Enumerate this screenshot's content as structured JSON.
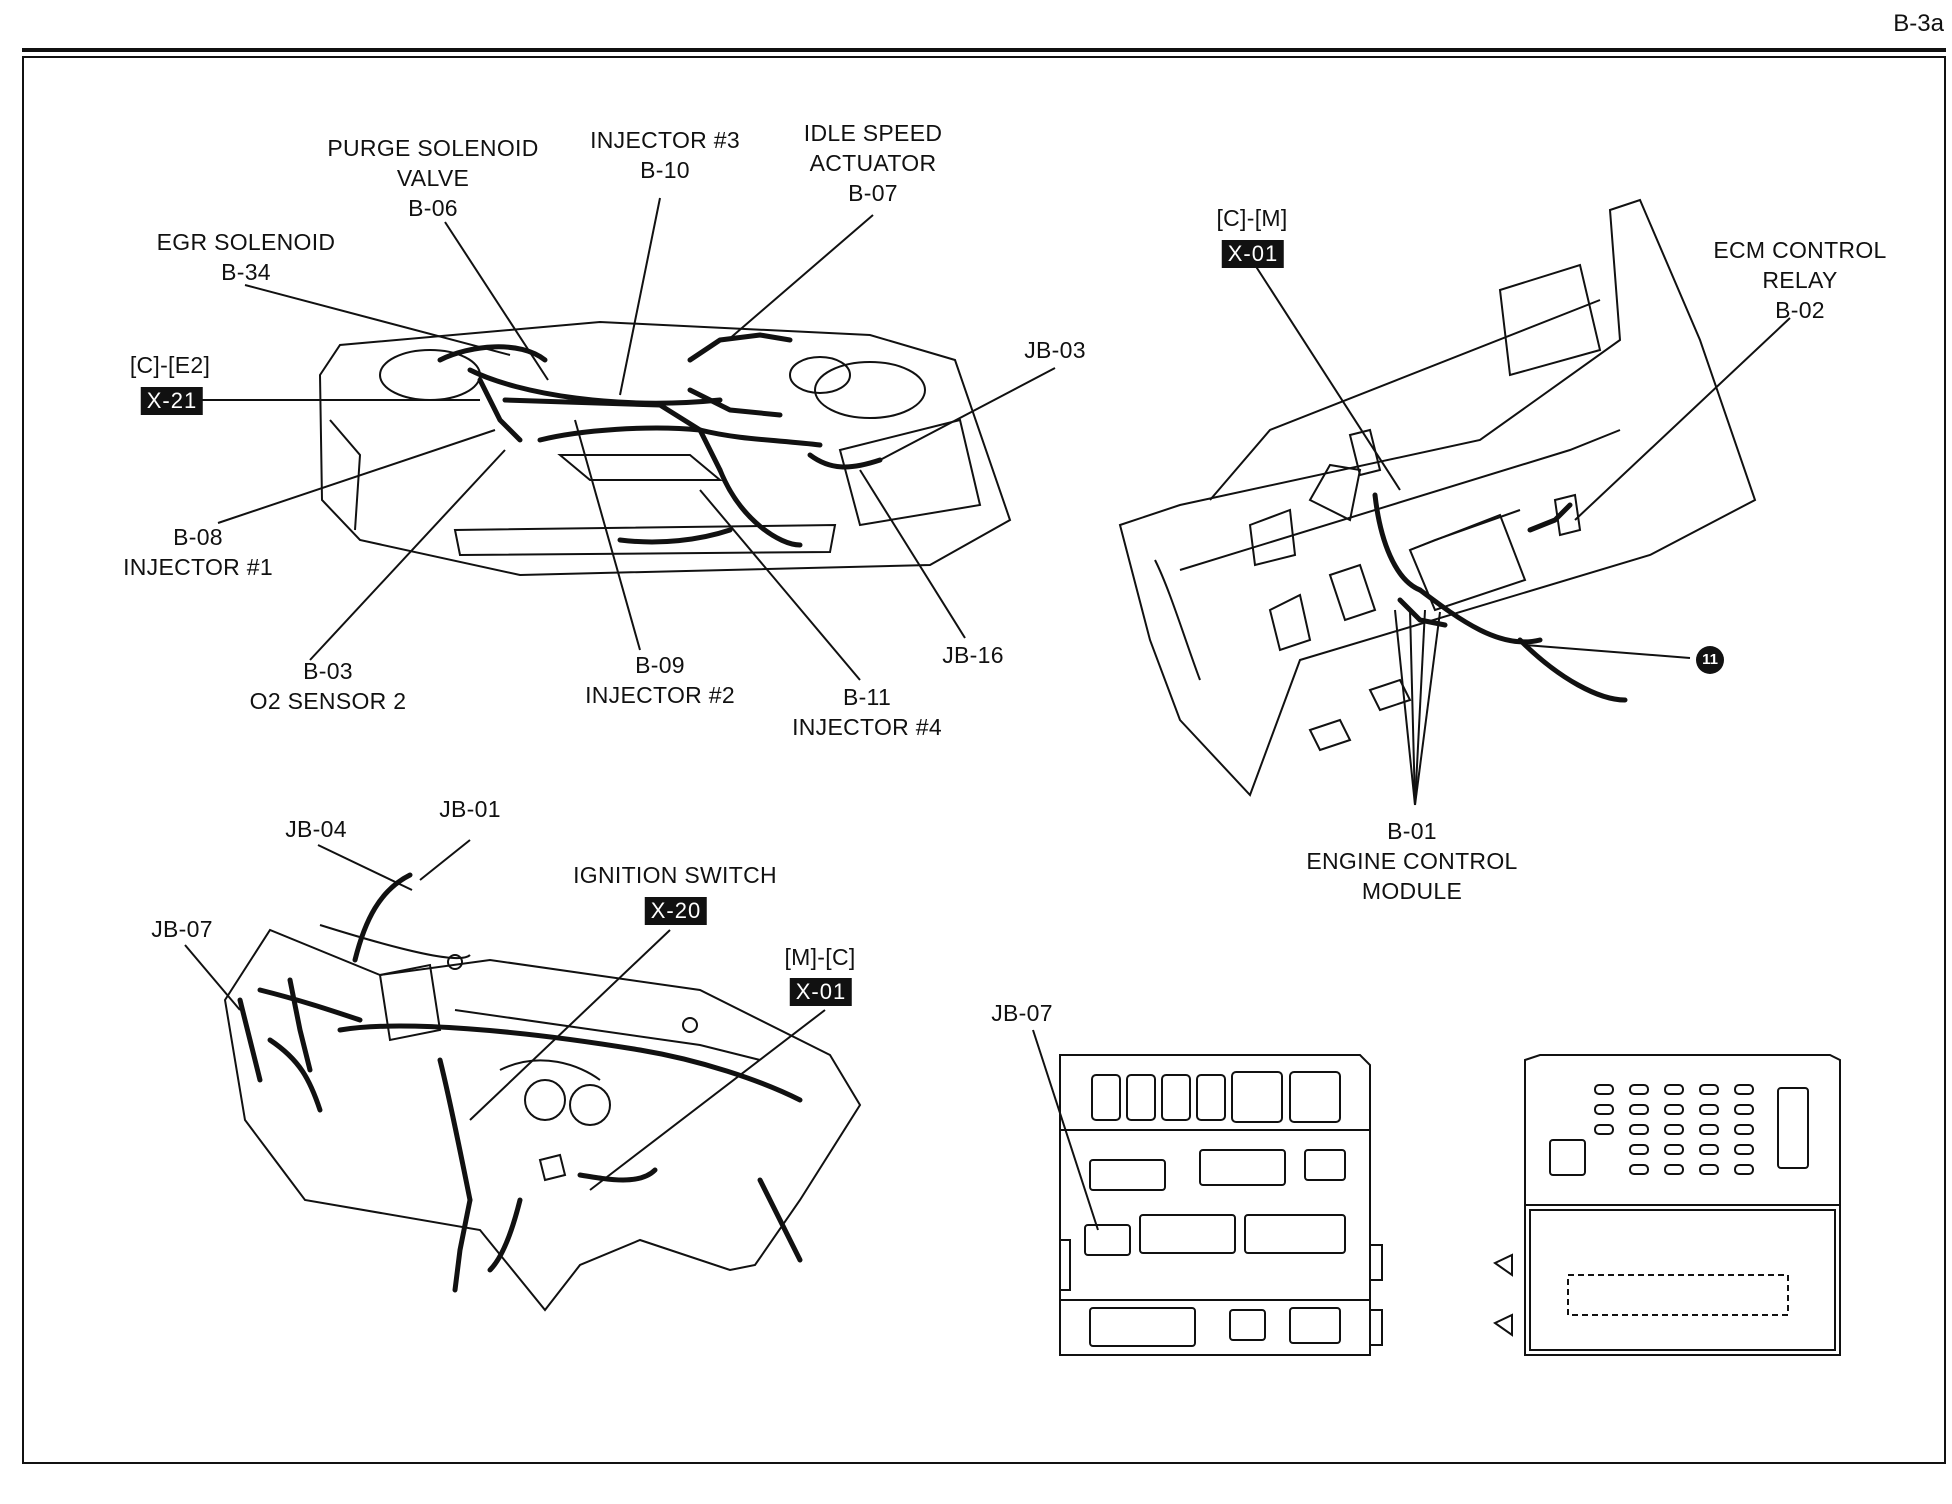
{
  "page_code": "B-3a",
  "engine": {
    "purge": [
      "PURGE SOLENOID",
      "VALVE",
      "B-06"
    ],
    "inj3": [
      "INJECTOR #3",
      "B-10"
    ],
    "idle": [
      "IDLE SPEED",
      "ACTUATOR",
      "B-07"
    ],
    "egr": [
      "EGR SOLENOID",
      "B-34"
    ],
    "c_e2": "[C]-[E2]",
    "x21": "X-21",
    "jb03": "JB-03",
    "b08": [
      "B-08",
      "INJECTOR #1"
    ],
    "b03": [
      "B-03",
      "O2 SENSOR 2"
    ],
    "b09": [
      "B-09",
      "INJECTOR #2"
    ],
    "b11": [
      "B-11",
      "INJECTOR #4"
    ],
    "jb16": "JB-16"
  },
  "ecm": {
    "c_m": "[C]-[M]",
    "x01": "X-01",
    "relay": [
      "ECM CONTROL",
      "RELAY",
      "B-02"
    ],
    "ground": "11",
    "module": [
      "B-01",
      "ENGINE CONTROL",
      "MODULE"
    ]
  },
  "dash": {
    "jb04": "JB-04",
    "jb01": "JB-01",
    "jb07": "JB-07",
    "ignition": "IGNITION SWITCH",
    "x20": "X-20",
    "m_c": "[M]-[C]",
    "x01": "X-01"
  },
  "junction_box": {
    "jb07": "JB-07"
  }
}
